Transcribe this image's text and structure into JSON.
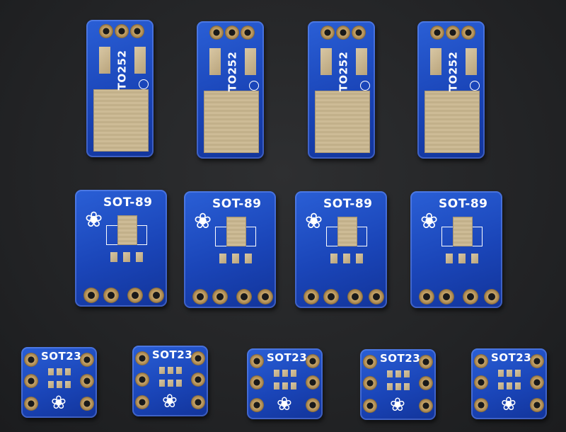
{
  "photo": {
    "background_color": "#242527",
    "board_color": "#1f4cc4",
    "rows": [
      {
        "footprint": "to252",
        "labels": [
          "TO252",
          "TO252",
          "TO252",
          "TO252"
        ]
      },
      {
        "footprint": "sot89",
        "labels": [
          "SOT-89",
          "SOT-89",
          "SOT-89",
          "SOT-89"
        ]
      },
      {
        "footprint": "sot23",
        "labels": [
          "SOT23",
          "SOT23",
          "SOT23",
          "SOT23",
          "SOT23"
        ]
      }
    ],
    "logo_icon": "adafruit-flower-star-icon"
  }
}
